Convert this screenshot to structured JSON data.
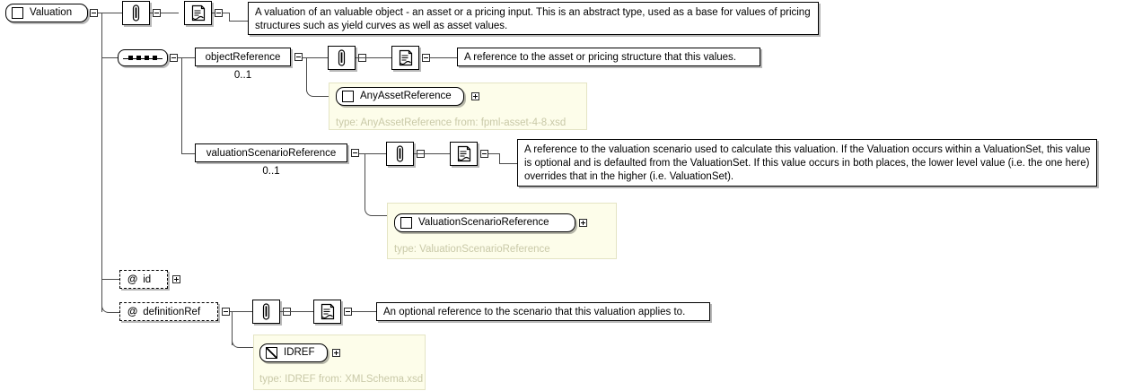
{
  "diagram": {
    "title": "Valuation",
    "type": "xsd-schema-diagram",
    "root": {
      "name": "Valuation",
      "kind": "complex-element",
      "documentation": "A valuation of an valuable object - an asset or a pricing input. This is an abstract type, used as a base for values of pricing structures such as yield curves as well as asset values."
    },
    "compositor": {
      "kind": "sequence",
      "label": "sequence-compositor"
    },
    "children": [
      {
        "name": "objectReference",
        "occurrence": "0..1",
        "documentation": "A reference to the asset or pricing structure that this values.",
        "type_node": {
          "name": "AnyAssetReference",
          "kind": "complex-type",
          "type_caption": "type: AnyAssetReference from: fpml-asset-4-8.xsd"
        }
      },
      {
        "name": "valuationScenarioReference",
        "occurrence": "0..1",
        "documentation": "A reference to the valuation scenario used to calculate this valuation. If the Valuation occurs within a ValuationSet, this value is optional and is defaulted from the ValuationSet. If this value occurs in both places, the lower level value (i.e. the one here) overrides that in the higher (i.e. ValuationSet).",
        "type_node": {
          "name": "ValuationScenarioReference",
          "kind": "complex-type",
          "type_caption": "type: ValuationScenarioReference"
        }
      }
    ],
    "attributes": [
      {
        "name": "id",
        "marker": "@",
        "expandable": true
      },
      {
        "name": "definitionRef",
        "marker": "@",
        "documentation": "An optional reference to the scenario that this valuation applies to.",
        "type_node": {
          "name": "IDREF",
          "kind": "simple-type",
          "type_caption": "type: IDREF from: XMLSchema.xsd"
        }
      }
    ],
    "icons": {
      "annotation": "paperclip-icon",
      "documentation": "document-scroll-icon",
      "collapse": "minus-box-icon",
      "expand": "plus-box-icon"
    },
    "colors": {
      "line": "#4a4a4a",
      "panel_bg": "#fdfdea",
      "panel_border": "#e4e4c4",
      "panel_text": "#c9c9a8",
      "node_bg": "#ffffff",
      "stroke": "#000000"
    }
  }
}
